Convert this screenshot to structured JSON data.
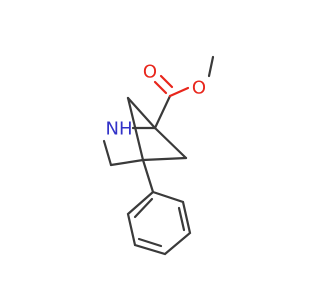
{
  "molecule": {
    "atoms": {
      "nitrogen": {
        "symbol": "NH",
        "color": "#3232c8"
      },
      "carbonyl_oxygen": {
        "symbol": "O",
        "color": "#e8261c"
      },
      "ester_oxygen": {
        "symbol": "O",
        "color": "#e8261c"
      }
    },
    "bond_color": "#3a3a3a"
  }
}
